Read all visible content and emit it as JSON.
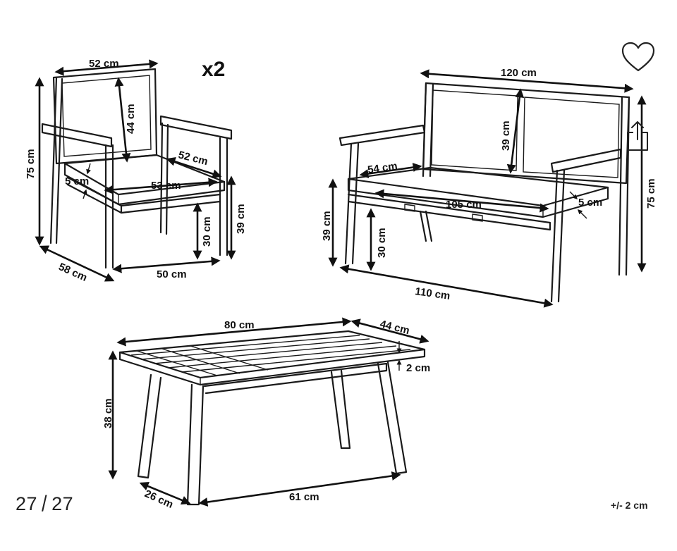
{
  "viewer": {
    "current_image": "27",
    "total_images": "27",
    "separator": "/",
    "tolerance_note": "+/- 2 cm",
    "actions": [
      {
        "name": "favorite",
        "icon": "heart-outline-icon"
      },
      {
        "name": "share",
        "icon": "share-icon"
      }
    ]
  },
  "armchair": {
    "quantity": "x2",
    "dims": {
      "width_top": "52 cm",
      "back_height": "44 cm",
      "total_height": "75 cm",
      "seat_depth": "52 cm",
      "cushion_thickness": "5 cm",
      "seat_width": "53 cm",
      "seat_height": "39 cm",
      "leg_height": "30 cm",
      "depth": "58 cm",
      "base_width": "50 cm"
    }
  },
  "bench": {
    "dims": {
      "width_top": "120 cm",
      "back_height": "39 cm",
      "total_height": "75 cm",
      "seat_depth": "54 cm",
      "seat_width": "105 cm",
      "cushion_thickness": "5 cm",
      "seat_height": "39 cm",
      "leg_height": "30 cm",
      "base_width": "110 cm"
    }
  },
  "table": {
    "dims": {
      "length": "80 cm",
      "width": "44 cm",
      "top_thickness": "2 cm",
      "height": "38 cm",
      "base_depth": "26 cm",
      "base_length": "61 cm"
    }
  }
}
